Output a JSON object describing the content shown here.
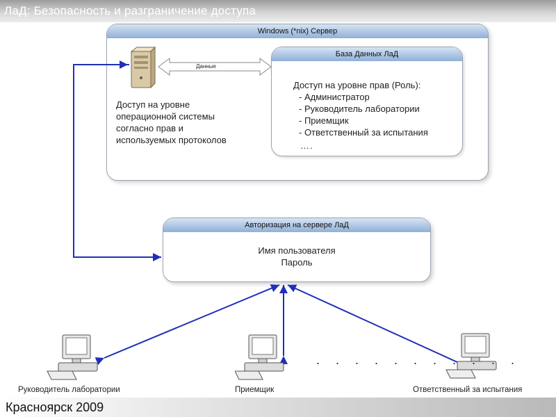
{
  "slide": {
    "title": "ЛаД: Безопасность и разграничение доступа",
    "footer": "Красноярск 2009"
  },
  "server_panel": {
    "title": "Windows (*nix) Сервер",
    "os_access_lines": [
      "Доступ на уровне",
      "операционной системы",
      "согласно прав и",
      "используемых протоколов"
    ],
    "data_arrow_label": "Данные"
  },
  "database_panel": {
    "title": "База Данных ЛаД",
    "heading": "Доступ на уровне прав (Роль):",
    "roles": [
      "- Администратор",
      "- Руководитель лаборатории",
      "- Приемщик",
      "- Ответственный за  испытания"
    ],
    "more": "…."
  },
  "auth_panel": {
    "title": "Авторизация на сервере ЛаД",
    "fields": [
      "Имя пользователя",
      "Пароль"
    ]
  },
  "clients": [
    {
      "label": "Руководитель лаборатории",
      "icon": "computer-icon"
    },
    {
      "label": "Приемщик",
      "icon": "computer-icon"
    },
    {
      "label": "Ответственный за испытания",
      "icon": "computer-icon"
    }
  ],
  "more_clients": ". . . . . . . . . . .",
  "colors": {
    "arrow": "#1f2fb8",
    "panel_header_top": "#d7e4f3",
    "panel_header_bottom": "#8fb0d8"
  }
}
